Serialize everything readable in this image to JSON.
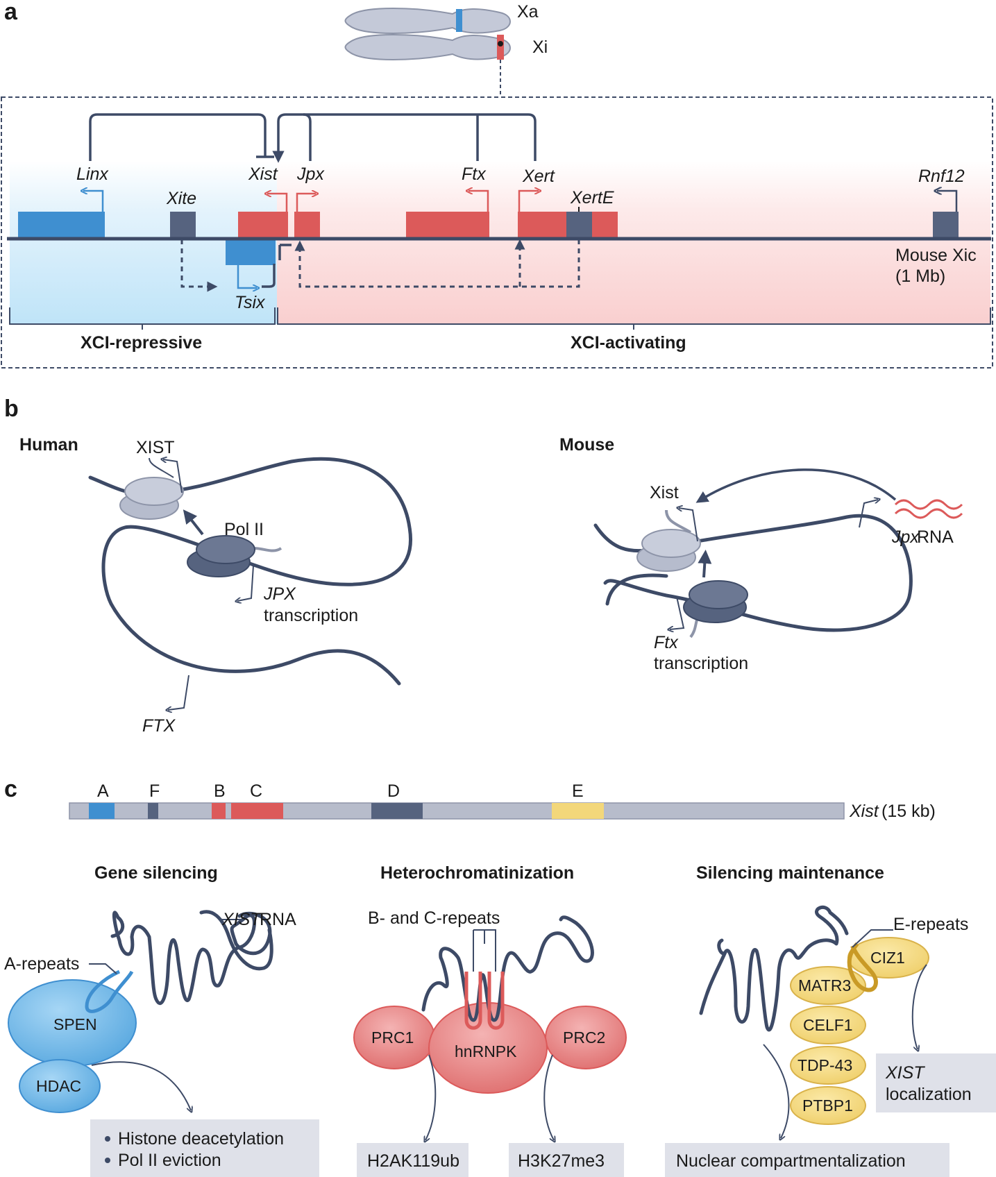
{
  "panels": {
    "a": "a",
    "b": "b",
    "c": "c"
  },
  "panel_a": {
    "chromosomes": {
      "xa": "Xa",
      "xi": "Xi"
    },
    "genes": {
      "linx": "Linx",
      "xite": "Xite",
      "xist": "Xist",
      "jpx": "Jpx",
      "ftx": "Ftx",
      "xert": "Xert",
      "xerte": "XertE",
      "rnf12": "Rnf12",
      "tsix": "Tsix"
    },
    "locus_label_1": "Mouse Xic",
    "locus_label_2": "(1 Mb)",
    "repressive": "XCI-repressive",
    "activating": "XCI-activating"
  },
  "panel_b": {
    "human": {
      "title": "Human",
      "xist": "XIST",
      "pol2": "Pol II",
      "jpx": "JPX",
      "transcription": "transcription",
      "ftx": "FTX"
    },
    "mouse": {
      "title": "Mouse",
      "xist": "Xist",
      "jpx": "Jpx",
      "rna": " RNA",
      "ftx": "Ftx",
      "transcription": "transcription"
    }
  },
  "panel_c": {
    "repeats": {
      "a": "A",
      "f": "F",
      "b": "B",
      "c": "C",
      "d": "D",
      "e": "E"
    },
    "xist_label": "Xist",
    "xist_size": " (15 kb)",
    "gene_silencing": {
      "title": "Gene silencing",
      "xist": "XIST",
      "rna": " RNA",
      "a_repeats": "A-repeats",
      "spen": "SPEN",
      "hdac": "HDAC",
      "outcomes": [
        "Histone deacetylation",
        "Pol II eviction"
      ]
    },
    "heterochromatinization": {
      "title": "Heterochromatinization",
      "bc_repeats": "B- and C-repeats",
      "prc1": "PRC1",
      "hnrnpk": "hnRNPK",
      "prc2": "PRC2",
      "h2a": "H2AK119ub",
      "h3": "H3K27me3"
    },
    "maintenance": {
      "title": "Silencing maintenance",
      "e_repeats": "E-repeats",
      "proteins": [
        "CIZ1",
        "MATR3",
        "CELF1",
        "TDP-43",
        "PTBP1"
      ],
      "xist": "XIST",
      "localization": "localization",
      "compartment": "Nuclear compartmentalization"
    }
  },
  "colors": {
    "blue": "#3f8fd0",
    "red": "#dc5a5a",
    "slate": "#56637f",
    "yellow": "#f3d77a",
    "grey_bar": "#b7bccb",
    "outline": "#3d4a66"
  }
}
